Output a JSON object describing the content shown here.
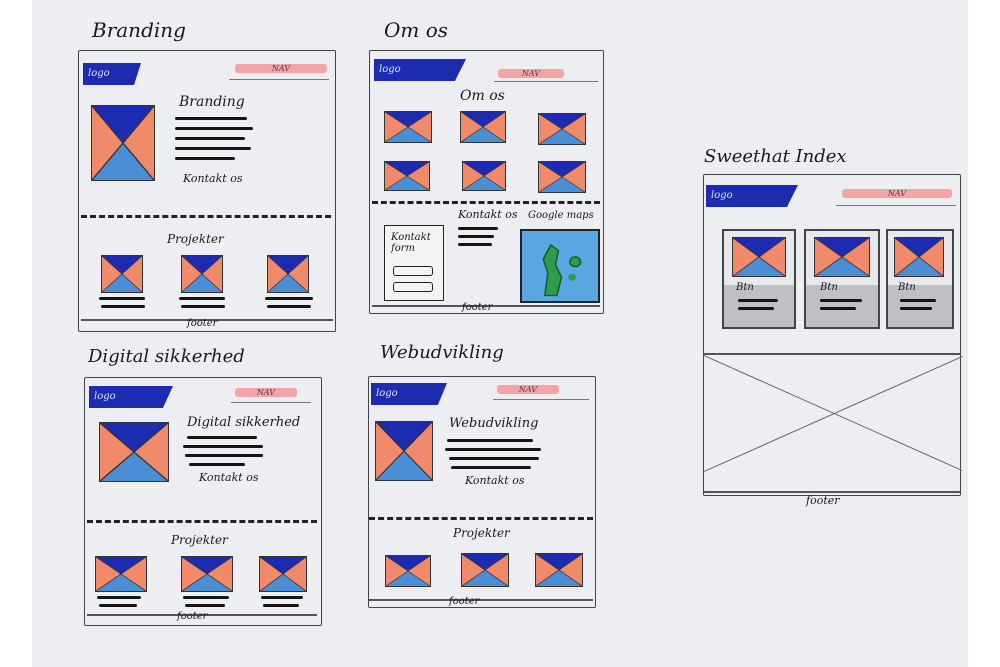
{
  "colors": {
    "paper": "#eceef1",
    "logo": "#1d2bb0",
    "nav": "#f3a4a4",
    "ink": "#1a1a1a"
  },
  "sketches": {
    "branding": {
      "heading": "Branding",
      "logo": "logo",
      "nav": "NAV",
      "title": "Branding",
      "contact": "Kontakt os",
      "projects": "Projekter",
      "footer": "footer"
    },
    "om_os": {
      "heading": "Om os",
      "logo": "logo",
      "nav": "NAV",
      "title": "Om os",
      "contact": "Kontakt os",
      "map": "Google maps",
      "form": "Kontakt form",
      "footer": "footer"
    },
    "digital": {
      "heading": "Digital sikkerhed",
      "logo": "logo",
      "nav": "NAV",
      "title": "Digital sikkerhed",
      "contact": "Kontakt os",
      "projects": "Projekter",
      "footer": "footer"
    },
    "web": {
      "heading": "Webudvikling",
      "logo": "logo",
      "nav": "NAV",
      "title": "Webudvikling",
      "contact": "Kontakt os",
      "projects": "Projekter",
      "footer": "footer"
    },
    "index": {
      "heading": "Sweethat Index",
      "logo": "logo",
      "nav": "NAV",
      "card_labels": [
        "Btn",
        "Btn",
        "Btn"
      ],
      "footer": "footer"
    }
  }
}
